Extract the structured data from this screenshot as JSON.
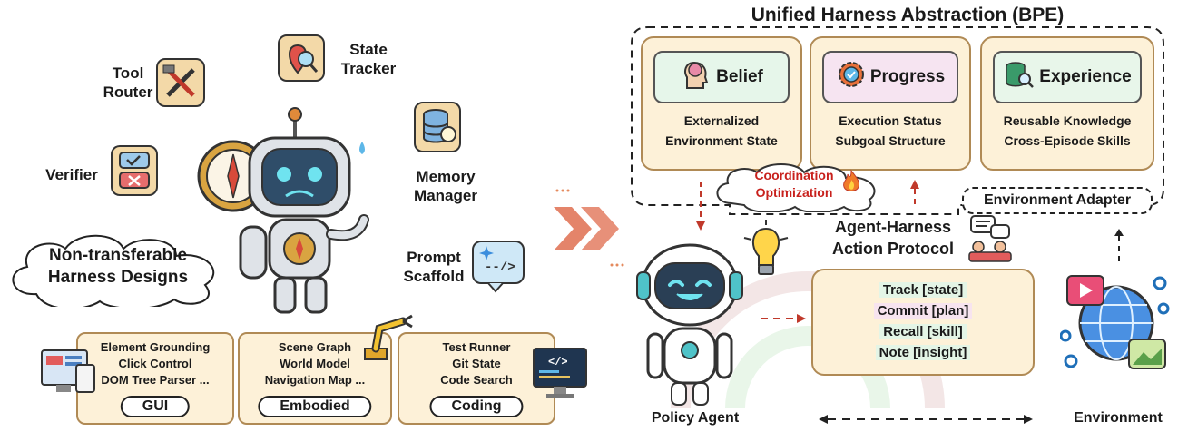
{
  "left": {
    "tools": [
      {
        "id": "tool-router",
        "lines": [
          "Tool",
          "Router"
        ],
        "icon": "hammer-wrench-icon"
      },
      {
        "id": "state-tracker",
        "lines": [
          "State",
          "Tracker"
        ],
        "icon": "map-pin-search-icon"
      },
      {
        "id": "verifier",
        "lines": [
          "Verifier"
        ],
        "icon": "check-cross-icon"
      },
      {
        "id": "memory-manager",
        "lines": [
          "Memory",
          "Manager"
        ],
        "icon": "database-sync-icon"
      },
      {
        "id": "prompt-scaffold",
        "lines": [
          "Prompt",
          "Scaffold"
        ],
        "icon": "sparkle-code-icon"
      }
    ],
    "cloud_lines": [
      "Non-transferable",
      "Harness Designs"
    ],
    "domains": [
      {
        "id": "gui",
        "lines": [
          "Element Grounding",
          "Click Control",
          "DOM Tree Parser ..."
        ],
        "label": "GUI"
      },
      {
        "id": "embodied",
        "lines": [
          "Scene Graph",
          "World Model",
          "Navigation Map ..."
        ],
        "label": "Embodied"
      },
      {
        "id": "coding",
        "lines": [
          "Test Runner",
          "Git State",
          "Code Search"
        ],
        "label": "Coding"
      }
    ]
  },
  "right": {
    "title": "Unified Harness Abstraction (BPE)",
    "modules": [
      {
        "id": "belief",
        "name": "Belief",
        "lines": [
          "Externalized",
          "Environment State"
        ],
        "color": "#e6f6ea",
        "icon": "brain-head-icon"
      },
      {
        "id": "progress",
        "name": "Progress",
        "lines": [
          "Execution Status",
          "Subgoal Structure"
        ],
        "color": "#f6e4f1",
        "icon": "gear-check-icon"
      },
      {
        "id": "experience",
        "name": "Experience",
        "lines": [
          "Reusable Knowledge",
          "Cross-Episode Skills"
        ],
        "color": "#e8f6ea",
        "icon": "database-search-icon"
      }
    ],
    "coordination_lines": [
      "Coordination",
      "Optimization"
    ],
    "env_adapter": "Environment Adapter",
    "protocol_lines": [
      "Agent-Harness",
      "Action Protocol"
    ],
    "actions": [
      {
        "text": "Track [state]",
        "color": "#e4f5e6"
      },
      {
        "text": "Commit [plan]",
        "color": "#f7e4ef"
      },
      {
        "text": "Recall [skill]",
        "color": "#e4f5e6"
      },
      {
        "text": "Note [insight]",
        "color": "#e4f5e6"
      }
    ],
    "policy_agent": "Policy Agent",
    "environment": "Environment"
  }
}
